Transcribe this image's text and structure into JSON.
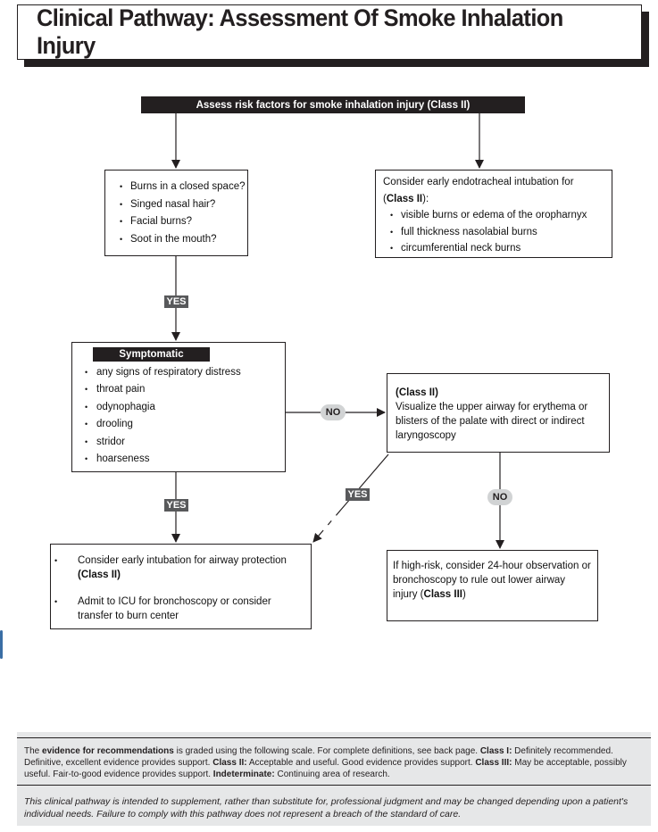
{
  "title": "Clinical Pathway: Assessment Of Smoke Inhalation Injury",
  "header": "Assess risk factors for smoke inhalation injury (Class II)",
  "risk_factors": [
    "Burns in a closed space?",
    "Singed nasal hair?",
    "Facial burns?",
    "Soot in the mouth?"
  ],
  "intubation": {
    "intro": "Consider early endotracheal intubation for",
    "class": "Class II",
    "colon": ":",
    "items": [
      "visible burns or edema of the oropharnyx",
      "full thickness nasolabial burns",
      "circumferential neck burns"
    ]
  },
  "symptomatic": {
    "heading": "Symptomatic",
    "items": [
      "any signs of respiratory distress",
      "throat pain",
      "odynophagia",
      "drooling",
      "stridor",
      "hoarseness"
    ]
  },
  "visualize": {
    "class": "(Class II)",
    "text": "Visualize the upper airway for erythema or blisters of the palate with direct or indirect laryngoscopy"
  },
  "protection": {
    "item1": "Consider early intubation for airway protection",
    "item1_class": "(Class II)",
    "item2": "Admit to ICU for bronchoscopy or consider transfer to burn center"
  },
  "observation": {
    "text": "If high-risk, consider 24-hour observation or bronchoscopy to rule out lower airway injury (",
    "class": "Class III",
    "close": ")"
  },
  "labels": {
    "yes1": "YES",
    "yes2": "YES",
    "yes3": "YES",
    "no1": "NO",
    "no2": "NO"
  },
  "footer": {
    "e1": "The ",
    "e2": "evidence for recommendations",
    "e3": " is graded using the following scale. For complete definitions, see back page. ",
    "c1": "Class I:",
    "c1t": " Definitely recommended. Definitive, excellent evidence provides support. ",
    "c2": "Class II:",
    "c2t": " Acceptable and useful. Good evidence provides support. ",
    "c3": "Class III:",
    "c3t": " May be acceptable, possibly useful. Fair-to-good evidence provides support. ",
    "ind": "Indeterminate:",
    "indt": " Continuing area of research.",
    "disclaimer": "This clinical pathway is intended to supplement, rather than substitute for, professional judgment and may be changed depending upon a patient's individual needs. Failure to comply with this pathway does not represent a breach of the standard of care."
  },
  "colors": {
    "ink": "#231f20",
    "yes_tag": "#58595b",
    "no_tag": "#d1d3d4",
    "footer_bg": "#e6e7e8"
  }
}
